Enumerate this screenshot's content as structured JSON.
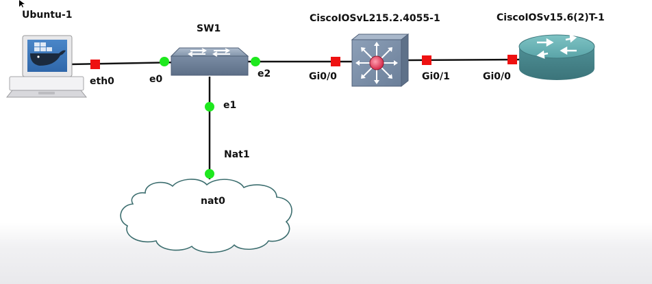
{
  "nodes": {
    "ubuntu": {
      "name": "Ubuntu-1"
    },
    "sw1": {
      "name": "SW1"
    },
    "l2switch": {
      "name": "CiscoIOSvL215.2.4055-1"
    },
    "router": {
      "name": "CiscoIOSv15.6(2)T-1"
    },
    "nat": {
      "name": "Nat1",
      "interface": "nat0"
    }
  },
  "ports": {
    "ubuntu_eth0": "eth0",
    "sw1_e0": "e0",
    "sw1_e2": "e2",
    "sw1_e1": "e1",
    "l2_gi00": "Gi0/0",
    "l2_gi01": "Gi0/1",
    "router_gi00": "Gi0/0"
  },
  "colors": {
    "link": "#111111",
    "port_up": "#1ee81e",
    "port_down": "#ee1111"
  },
  "icons": {
    "ubuntu": "laptop-docker-icon",
    "sw1": "ethernet-switch-icon",
    "l2switch": "multilayer-switch-icon",
    "router": "router-icon",
    "nat": "cloud-icon"
  }
}
